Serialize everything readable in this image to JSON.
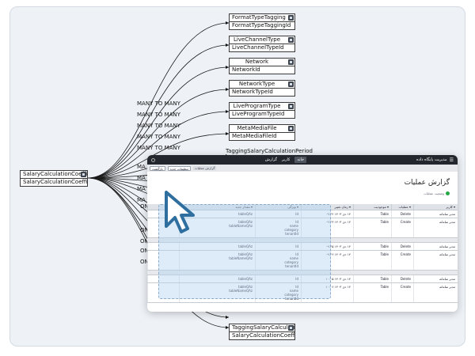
{
  "diagram": {
    "entities": [
      {
        "title": "FormatTypeTagging",
        "field": "FormatTypeTaggingId"
      },
      {
        "title": "LiveChannelType",
        "field": "LiveChannelTypeId"
      },
      {
        "title": "Network",
        "field": "NetworkId"
      },
      {
        "title": "NetworkType",
        "field": "NetworkTypeId"
      },
      {
        "title": "LiveProgramType",
        "field": "LiveProgramTypeId"
      },
      {
        "title": "MetaMediaFile",
        "field": "MetaMediaFileId"
      }
    ],
    "partial_entity_title": "TaggingSalaryCalculationPeriod",
    "source_entity": {
      "title": "SalaryCalculationCoefficient",
      "field": "SalaryCalculationCoefficientId"
    },
    "bottom_entity": {
      "title": "TaggingSalaryCalculation",
      "field": "SalaryCalculationCoefficient"
    },
    "relation_labels": [
      "MANY TO MANY",
      "MANY TO MANY",
      "MANY TO MANY",
      "MANY TO MANY",
      "MANY TO MANY",
      "MA",
      "MA",
      "MA",
      "MA",
      "ON",
      "ON",
      "ON",
      "ON",
      "ON"
    ]
  },
  "app": {
    "brand": "مدیریت پایگاه داده",
    "nav": [
      "خانه",
      "کاربر",
      "گزارش"
    ],
    "subbar_buttons": [
      "بازگشت",
      "تنظیمات جدید"
    ],
    "subbar_tag": "گزارش عملیات",
    "page_title": "گزارش عملیات",
    "status_text": "وضعیت عملیات",
    "table": {
      "headers": [
        "کاربر",
        "عملیات",
        "موجودیت",
        "زمان تغییر",
        "ویژگی",
        "مقدار جدید"
      ],
      "rows": [
        {
          "user": "مدیر سامانه",
          "op": "Delete",
          "subject": "Table",
          "time": "۱۴ دی ۱۴۰۳ ۰۹:۲۲",
          "feature": "Id",
          "newval": "tableQAz"
        },
        {
          "user": "مدیر سامانه",
          "op": "Create",
          "subject": "Table",
          "time": "۱۴ دی ۱۴۰۳ ۰۹:۲۳",
          "feature": "Id\nname\ncategory\ntenantId",
          "newval": "tableQAz\ntableNameQAz"
        },
        {
          "user": "مدیر سامانه",
          "op": "Delete",
          "subject": "Table",
          "time": "۱۴ دی ۱۴۰۳ ۰۹:۴۵",
          "feature": "Id",
          "newval": "tableQAz"
        },
        {
          "user": "مدیر سامانه",
          "op": "Create",
          "subject": "Table",
          "time": "۱۴ دی ۱۴۰۳ ۰۹:۴۶",
          "feature": "Id\nname\ncategory\ntenantId",
          "newval": "tableQAz\ntableNameQAz"
        },
        {
          "user": "مدیر سامانه",
          "op": "Delete",
          "subject": "Table",
          "time": "۱۴ دی ۱۴۰۳ ۱۰:۰۵",
          "feature": "Id",
          "newval": "tableQAz"
        },
        {
          "user": "مدیر سامانه",
          "op": "Create",
          "subject": "Table",
          "time": "۱۴ دی ۱۴۰۳ ۱۰:۰۶",
          "feature": "Id\nname\ncategory\ntenantId",
          "newval": "tableQAz\ntableNameQAz"
        }
      ]
    }
  },
  "cursor": {
    "icon": "arrow-cursor-icon",
    "fill": "#ffffff",
    "stroke": "#2f6f9f"
  },
  "colors": {
    "panel_bg": "#eef2f7",
    "highlight": "#b0d2f0",
    "topbar": "#23272d",
    "status_ok": "#28a745"
  }
}
